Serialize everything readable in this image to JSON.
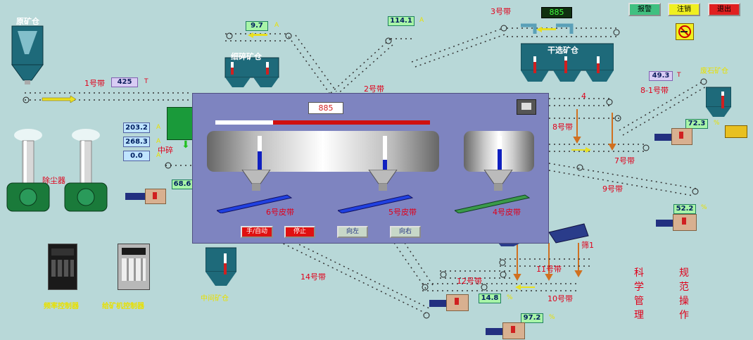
{
  "top_buttons": {
    "alarm": "报警",
    "logout": "注销",
    "exit": "退出"
  },
  "colors": {
    "background": "#b8d8d8",
    "dialog_bg": "#7e84c0",
    "label_red": "#e0001a",
    "readout_green": "#a8f4a8",
    "alarm_btn": "#40c080",
    "logout_btn": "#f0f020",
    "exit_btn": "#e02020"
  },
  "header": {
    "top_counter": "885",
    "no_smoking_icon": "no-smoking"
  },
  "silos": {
    "raw_ore": "原矿仓",
    "fine_crush": "细碎矿仓",
    "dry_select": "干选矿仓",
    "waste_rock": "废石矿仓",
    "middle": "中间矿仓"
  },
  "belts": {
    "b1": "1号带",
    "b2": "2号带",
    "b3": "3号带",
    "b4": "4",
    "b7": "7号带",
    "b8": "8号带",
    "b8_1": "8-1号带",
    "b9": "9号带",
    "b10": "10号带",
    "b11": "11号带",
    "b12": "12号带",
    "b14": "14号带"
  },
  "equipment": {
    "dust": "除尘器",
    "medium_crush": "中碎",
    "screen": "筛1",
    "freq_ctrl": "频率控制器",
    "feeder_ctrl": "给矿机控制器"
  },
  "readouts": [
    {
      "id": "belt1",
      "value": "425",
      "unit": "T"
    },
    {
      "id": "fine_a",
      "value": "9.7",
      "unit": "A"
    },
    {
      "id": "b2_a",
      "value": "114.1",
      "unit": "A"
    },
    {
      "id": "c1",
      "value": "203.2",
      "unit": "A"
    },
    {
      "id": "c2",
      "value": "268.3",
      "unit": "A"
    },
    {
      "id": "c3",
      "value": "0.0",
      "unit": "A"
    },
    {
      "id": "motor_left",
      "value": "68.6",
      "unit": ""
    },
    {
      "id": "b8_1_val",
      "value": "49.3",
      "unit": "T"
    },
    {
      "id": "waste_pct",
      "value": "72.3",
      "unit": "%"
    },
    {
      "id": "right_pct",
      "value": "52.2",
      "unit": "%"
    },
    {
      "id": "bottom_pct1",
      "value": "14.8",
      "unit": "%"
    },
    {
      "id": "bottom_pct2",
      "value": "97.2",
      "unit": "%"
    }
  ],
  "slogans": {
    "left": "科学管理",
    "right": "规范操作"
  },
  "dialog": {
    "value": "885",
    "progress": 0.27,
    "belt6": "6号皮带",
    "belt5": "5号皮带",
    "belt4": "4号皮带",
    "btn_auto": "手/自动",
    "btn_stop": "停止",
    "btn_left": "向左",
    "btn_right": "向右",
    "level_left": 0.55,
    "level_mid": 0.3,
    "level_right": 0.6
  }
}
